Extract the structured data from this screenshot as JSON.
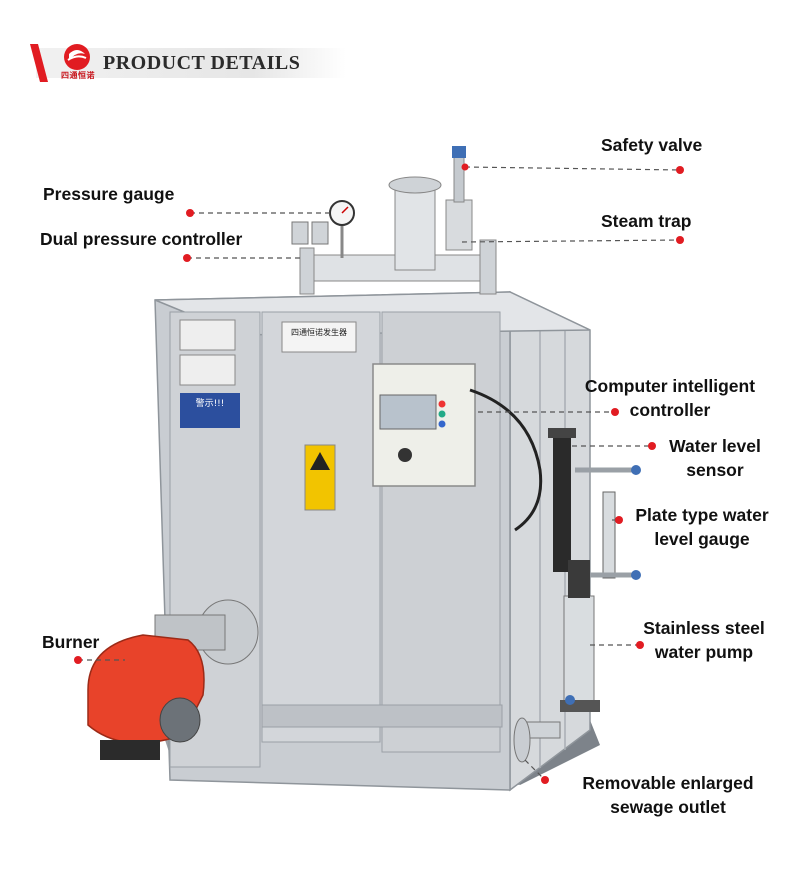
{
  "header": {
    "title": "PRODUCT DETAILS",
    "logo_text": "四通恒诺"
  },
  "nameplate": {
    "line1": "四通恒诺发生器",
    "warning_title": "警示!!!"
  },
  "labels": {
    "safety_valve": "Safety valve",
    "pressure_gauge": "Pressure gauge",
    "steam_trap": "Steam trap",
    "dual_pressure_controller": "Dual pressure controller",
    "computer_controller_line1": "Computer intelligent",
    "computer_controller_line2": "controller",
    "water_level_sensor_line1": "Water level",
    "water_level_sensor_line2": "sensor",
    "plate_gauge_line1": "Plate type water",
    "plate_gauge_line2": "level gauge",
    "burner": "Burner",
    "pump_line1": "Stainless steel",
    "pump_line2": "water pump",
    "sewage_line1": "Removable enlarged",
    "sewage_line2": "sewage outlet"
  },
  "colors": {
    "accent_red": "#e11c22",
    "cabinet_gray": "#c9cdd2",
    "burner_red": "#e8432a",
    "leader_gray": "#555555"
  }
}
